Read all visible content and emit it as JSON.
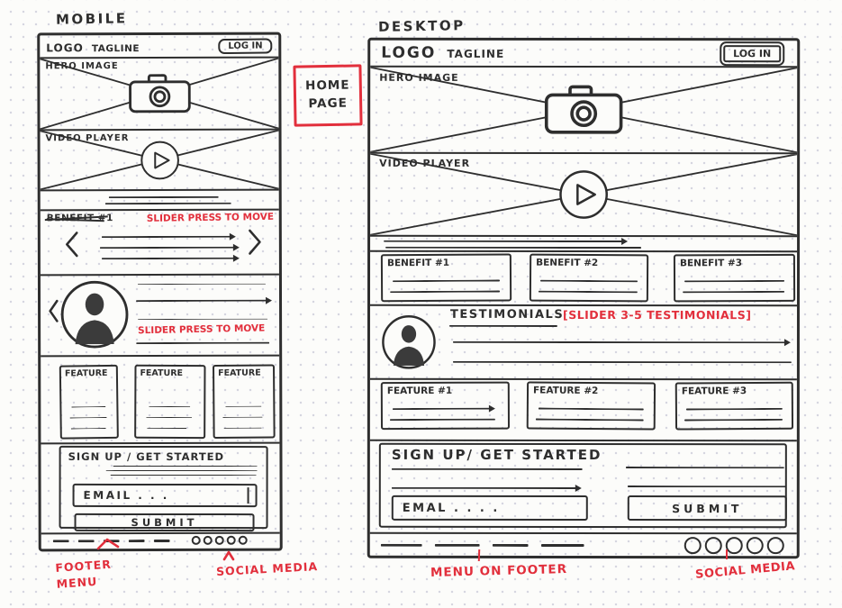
{
  "colors": {
    "ink": "#2e2e2e",
    "annotation_red": "#e22f3c",
    "paper": "#fcfcfa",
    "dot_grid": "#d6d6e0"
  },
  "home_page_card": {
    "label": "HOME PAGE"
  },
  "mobile": {
    "title": "MOBILE",
    "header": {
      "logo": "LOGO",
      "tagline": "TAGLINE",
      "login_button": "LOG IN"
    },
    "hero": {
      "label": "HERO IMAGE",
      "icon": "camera-icon"
    },
    "video": {
      "label": "VIDEO PLAYER",
      "icon": "play-icon"
    },
    "benefit_slider": {
      "heading": "BENEFIT #1",
      "annotation": "SLIDER PRESS TO MOVE",
      "prev_icon": "chevron-left-icon",
      "next_icon": "chevron-right-icon"
    },
    "testimonial_slider": {
      "annotation": "SLIDER PRESS TO MOVE",
      "avatar_icon": "person-icon"
    },
    "features": [
      {
        "label": "FEATURE"
      },
      {
        "label": "FEATURE"
      },
      {
        "label": "FEATURE"
      }
    ],
    "signup": {
      "heading": "SIGN UP / GET STARTED",
      "email_field": "EMAIL . . .",
      "submit_button": "SUBMIT"
    },
    "footer": {
      "menu_dash_count": 5,
      "social_icon_count": 5,
      "social_icon": "circle-icon"
    },
    "annotations": {
      "footer_menu": "FOOTER MENU",
      "social_media": "SOCIAL MEDIA"
    }
  },
  "desktop": {
    "title": "DESKTOP",
    "header": {
      "logo": "LOGO",
      "tagline": "TAGLINE",
      "login_button": "LOG IN"
    },
    "hero": {
      "label": "HERO IMAGE",
      "icon": "camera-icon"
    },
    "video": {
      "label": "VIDEO PLAYER",
      "icon": "play-icon"
    },
    "benefits": [
      {
        "label": "BENEFIT #1"
      },
      {
        "label": "BENEFIT #2"
      },
      {
        "label": "BENEFIT #3"
      }
    ],
    "testimonials": {
      "heading": "TESTIMONIALS",
      "annotation": "[SLIDER 3-5 TESTIMONIALS]",
      "avatar_icon": "person-icon"
    },
    "features": [
      {
        "label": "FEATURE #1"
      },
      {
        "label": "FEATURE #2"
      },
      {
        "label": "FEATURE #3"
      }
    ],
    "signup": {
      "heading": "SIGN UP/ GET STARTED",
      "email_field": "EMAL . . . .",
      "submit_button": "SUBMIT"
    },
    "footer": {
      "menu_dash_count": 4,
      "social_icon_count": 5,
      "social_icon": "circle-icon"
    },
    "annotations": {
      "menu_on_footer": "MENU ON FOOTER",
      "social_media": "SOCIAL MEDIA"
    }
  }
}
